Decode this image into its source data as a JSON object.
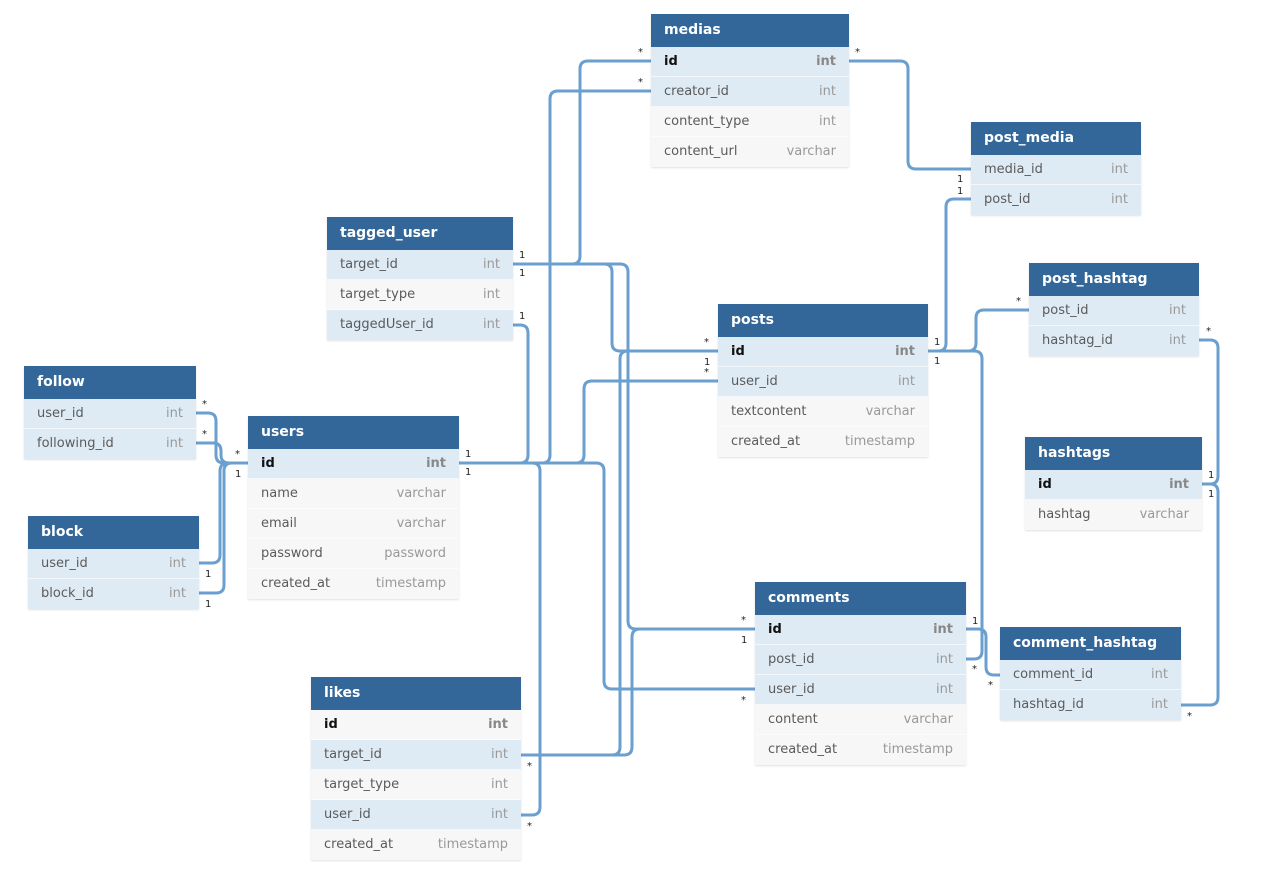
{
  "tables": [
    {
      "name": "medias",
      "columns": [
        {
          "name": "id",
          "type": "int",
          "pk": true,
          "style": "fk"
        },
        {
          "name": "creator_id",
          "type": "int",
          "style": "fk"
        },
        {
          "name": "content_type",
          "type": "int",
          "style": "plain"
        },
        {
          "name": "content_url",
          "type": "varchar",
          "style": "plain"
        }
      ]
    },
    {
      "name": "post_media",
      "columns": [
        {
          "name": "media_id",
          "type": "int",
          "style": "fk"
        },
        {
          "name": "post_id",
          "type": "int",
          "style": "fk"
        }
      ]
    },
    {
      "name": "tagged_user",
      "columns": [
        {
          "name": "target_id",
          "type": "int",
          "style": "fk"
        },
        {
          "name": "target_type",
          "type": "int",
          "style": "plain"
        },
        {
          "name": "taggedUser_id",
          "type": "int",
          "style": "fk"
        }
      ]
    },
    {
      "name": "post_hashtag",
      "columns": [
        {
          "name": "post_id",
          "type": "int",
          "style": "fk"
        },
        {
          "name": "hashtag_id",
          "type": "int",
          "style": "fk"
        }
      ]
    },
    {
      "name": "posts",
      "columns": [
        {
          "name": "id",
          "type": "int",
          "pk": true,
          "style": "fk"
        },
        {
          "name": "user_id",
          "type": "int",
          "style": "fk"
        },
        {
          "name": "textcontent",
          "type": "varchar",
          "style": "plain"
        },
        {
          "name": "created_at",
          "type": "timestamp",
          "style": "plain"
        }
      ]
    },
    {
      "name": "follow",
      "columns": [
        {
          "name": "user_id",
          "type": "int",
          "style": "fk"
        },
        {
          "name": "following_id",
          "type": "int",
          "style": "fk"
        }
      ]
    },
    {
      "name": "users",
      "columns": [
        {
          "name": "id",
          "type": "int",
          "pk": true,
          "style": "fk"
        },
        {
          "name": "name",
          "type": "varchar",
          "style": "plain"
        },
        {
          "name": "email",
          "type": "varchar",
          "style": "plain"
        },
        {
          "name": "password",
          "type": "password",
          "style": "plain"
        },
        {
          "name": "created_at",
          "type": "timestamp",
          "style": "plain"
        }
      ]
    },
    {
      "name": "hashtags",
      "columns": [
        {
          "name": "id",
          "type": "int",
          "pk": true,
          "style": "fk"
        },
        {
          "name": "hashtag",
          "type": "varchar",
          "style": "plain"
        }
      ]
    },
    {
      "name": "block",
      "columns": [
        {
          "name": "user_id",
          "type": "int",
          "style": "fk"
        },
        {
          "name": "block_id",
          "type": "int",
          "style": "fk"
        }
      ]
    },
    {
      "name": "comments",
      "columns": [
        {
          "name": "id",
          "type": "int",
          "pk": true,
          "style": "fk"
        },
        {
          "name": "post_id",
          "type": "int",
          "style": "fk"
        },
        {
          "name": "user_id",
          "type": "int",
          "style": "fk"
        },
        {
          "name": "content",
          "type": "varchar",
          "style": "plain"
        },
        {
          "name": "created_at",
          "type": "timestamp",
          "style": "plain"
        }
      ]
    },
    {
      "name": "comment_hashtag",
      "columns": [
        {
          "name": "comment_id",
          "type": "int",
          "style": "fk"
        },
        {
          "name": "hashtag_id",
          "type": "int",
          "style": "fk"
        }
      ]
    },
    {
      "name": "likes",
      "columns": [
        {
          "name": "id",
          "type": "int",
          "pk": true,
          "style": "plain"
        },
        {
          "name": "target_id",
          "type": "int",
          "style": "fk"
        },
        {
          "name": "target_type",
          "type": "int",
          "style": "plain"
        },
        {
          "name": "user_id",
          "type": "int",
          "style": "fk"
        },
        {
          "name": "created_at",
          "type": "timestamp",
          "style": "plain"
        }
      ]
    }
  ],
  "relationships": [
    {
      "from": "medias.id",
      "from_card": "*",
      "to": "post_media.media_id",
      "to_card": "1"
    },
    {
      "from": "medias.id",
      "from_card": "*",
      "to": "tagged_user.target_id",
      "to_card": "1"
    },
    {
      "from": "medias.creator_id",
      "from_card": "*",
      "to": "users.id",
      "to_card": "1"
    },
    {
      "from": "post_media.post_id",
      "from_card": "1",
      "to": "posts.id",
      "to_card": "1"
    },
    {
      "from": "post_hashtag.post_id",
      "from_card": "*",
      "to": "posts.id",
      "to_card": "1"
    },
    {
      "from": "post_hashtag.hashtag_id",
      "from_card": "*",
      "to": "hashtags.id",
      "to_card": "1"
    },
    {
      "from": "tagged_user.target_id",
      "from_card": "1",
      "to": "posts.id",
      "to_card": "*"
    },
    {
      "from": "tagged_user.target_id",
      "from_card": "1",
      "to": "comments.id",
      "to_card": "*"
    },
    {
      "from": "tagged_user.taggedUser_id",
      "from_card": "1",
      "to": "users.id",
      "to_card": "1"
    },
    {
      "from": "posts.user_id",
      "from_card": "*",
      "to": "users.id",
      "to_card": "1"
    },
    {
      "from": "posts.id",
      "from_card": "1",
      "to": "comments.post_id",
      "to_card": "*"
    },
    {
      "from": "follow.user_id",
      "from_card": "*",
      "to": "users.id",
      "to_card": "*"
    },
    {
      "from": "follow.following_id",
      "from_card": "*",
      "to": "users.id",
      "to_card": "1"
    },
    {
      "from": "block.user_id",
      "from_card": "1",
      "to": "users.id",
      "to_card": "1"
    },
    {
      "from": "block.block_id",
      "from_card": "1",
      "to": "users.id",
      "to_card": "1"
    },
    {
      "from": "users.id",
      "from_card": "1",
      "to": "comments.user_id",
      "to_card": "*"
    },
    {
      "from": "users.id",
      "from_card": "1",
      "to": "likes.user_id",
      "to_card": "*"
    },
    {
      "from": "likes.target_id",
      "from_card": "*",
      "to": "posts.id",
      "to_card": "1"
    },
    {
      "from": "likes.target_id",
      "from_card": "*",
      "to": "comments.id",
      "to_card": "1"
    },
    {
      "from": "comments.id",
      "from_card": "1",
      "to": "comment_hashtag.comment_id",
      "to_card": "*"
    },
    {
      "from": "comment_hashtag.hashtag_id",
      "from_card": "*",
      "to": "hashtags.id",
      "to_card": "1"
    }
  ],
  "colors": {
    "header": "#336699",
    "link": "#6b9fcf",
    "fk_row": "#deebf5",
    "plain_row": "#f7f7f7"
  }
}
